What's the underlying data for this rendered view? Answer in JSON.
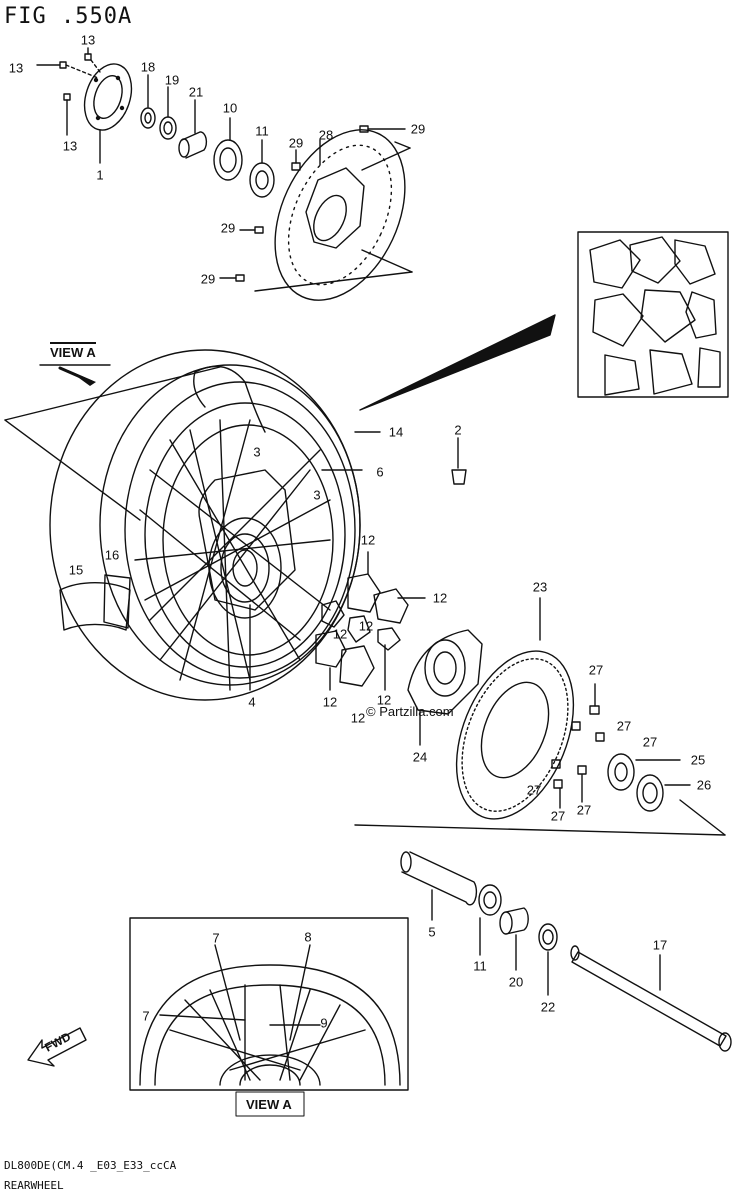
{
  "figure": {
    "title": "FIG .550A",
    "model_code": "DL800DE(CM.4 _E03_E33_ccCA",
    "caption": "REARWHEEL",
    "watermark": "© Partzilla.com"
  },
  "view_labels": {
    "view_a_top": "VIEW A",
    "view_a_bottom": "VIEW A"
  },
  "fwd_label": "FWD",
  "callouts": [
    {
      "id": "c1",
      "text": "1"
    },
    {
      "id": "c13a",
      "text": "13"
    },
    {
      "id": "c13b",
      "text": "13"
    },
    {
      "id": "c13c",
      "text": "13"
    },
    {
      "id": "c18",
      "text": "18"
    },
    {
      "id": "c19",
      "text": "19"
    },
    {
      "id": "c21",
      "text": "21"
    },
    {
      "id": "c10",
      "text": "10"
    },
    {
      "id": "c11a",
      "text": "11"
    },
    {
      "id": "c29a",
      "text": "29"
    },
    {
      "id": "c28",
      "text": "28"
    },
    {
      "id": "c29b",
      "text": "29"
    },
    {
      "id": "c29c",
      "text": "29"
    },
    {
      "id": "c29d",
      "text": "29"
    },
    {
      "id": "c14",
      "text": "14"
    },
    {
      "id": "c2",
      "text": "2"
    },
    {
      "id": "c3a",
      "text": "3"
    },
    {
      "id": "c3b",
      "text": "3"
    },
    {
      "id": "c6",
      "text": "6"
    },
    {
      "id": "c16",
      "text": "16"
    },
    {
      "id": "c15",
      "text": "15"
    },
    {
      "id": "c12a",
      "text": "12"
    },
    {
      "id": "c12b",
      "text": "12"
    },
    {
      "id": "c12c",
      "text": "12"
    },
    {
      "id": "c12d",
      "text": "12"
    },
    {
      "id": "c12e",
      "text": "12"
    },
    {
      "id": "c12f",
      "text": "12"
    },
    {
      "id": "c12g",
      "text": "12"
    },
    {
      "id": "c4",
      "text": "4"
    },
    {
      "id": "c23",
      "text": "23"
    },
    {
      "id": "c24",
      "text": "24"
    },
    {
      "id": "c27a",
      "text": "27"
    },
    {
      "id": "c27b",
      "text": "27"
    },
    {
      "id": "c27c",
      "text": "27"
    },
    {
      "id": "c27d",
      "text": "27"
    },
    {
      "id": "c27e",
      "text": "27"
    },
    {
      "id": "c27f",
      "text": "27"
    },
    {
      "id": "c25",
      "text": "25"
    },
    {
      "id": "c26",
      "text": "26"
    },
    {
      "id": "c5",
      "text": "5"
    },
    {
      "id": "c11b",
      "text": "11"
    },
    {
      "id": "c20",
      "text": "20"
    },
    {
      "id": "c22",
      "text": "22"
    },
    {
      "id": "c17",
      "text": "17"
    },
    {
      "id": "c7a",
      "text": "7"
    },
    {
      "id": "c7b",
      "text": "7"
    },
    {
      "id": "c8",
      "text": "8"
    },
    {
      "id": "c9",
      "text": "9"
    }
  ]
}
